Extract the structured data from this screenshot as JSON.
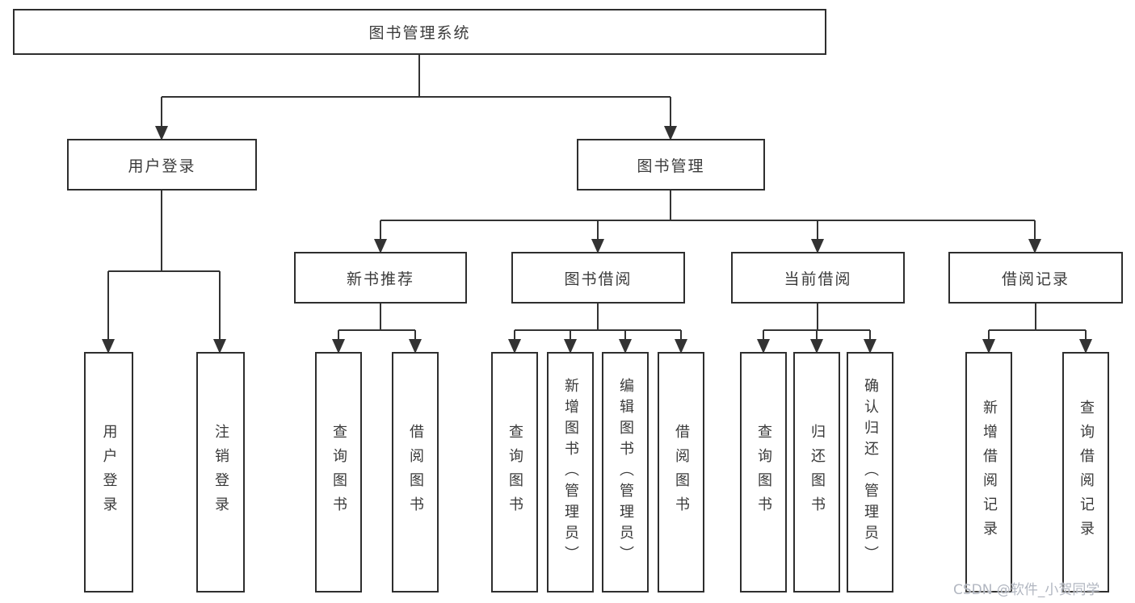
{
  "diagram": {
    "type": "hierarchy-tree",
    "title": "图书管理系统",
    "nodes": {
      "library_system": {
        "label": "图书管理系统",
        "level": 1
      },
      "user_login": {
        "label": "用户登录",
        "level": 2,
        "parent": "图书管理系统"
      },
      "book_mgmt": {
        "label": "图书管理",
        "level": 2,
        "parent": "图书管理系统"
      },
      "new_book_rec": {
        "label": "新书推荐",
        "level": 3,
        "parent": "图书管理"
      },
      "book_borrow": {
        "label": "图书借阅",
        "level": 3,
        "parent": "图书管理"
      },
      "current_borrow": {
        "label": "当前借阅",
        "level": 3,
        "parent": "图书管理"
      },
      "borrow_record": {
        "label": "借阅记录",
        "level": 3,
        "parent": "图书管理"
      },
      "login": {
        "label": "用户登录",
        "level": 4,
        "parent": "用户登录"
      },
      "logout": {
        "label": "注销登录",
        "level": 4,
        "parent": "用户登录"
      },
      "rec_query": {
        "label": "查询图书",
        "level": 4,
        "parent": "新书推荐"
      },
      "rec_borrow": {
        "label": "借阅图书",
        "level": 4,
        "parent": "新书推荐"
      },
      "bb_query": {
        "label": "查询图书",
        "level": 4,
        "parent": "图书借阅"
      },
      "bb_add": {
        "label": "新增图书（管理员）",
        "level": 4,
        "parent": "图书借阅"
      },
      "bb_edit": {
        "label": "编辑图书（管理员）",
        "level": 4,
        "parent": "图书借阅"
      },
      "bb_borrow": {
        "label": "借阅图书",
        "level": 4,
        "parent": "图书借阅"
      },
      "cb_query": {
        "label": "查询图书",
        "level": 4,
        "parent": "当前借阅"
      },
      "cb_return": {
        "label": "归还图书",
        "level": 4,
        "parent": "当前借阅"
      },
      "cb_confirm": {
        "label": "确认归还（管理员）",
        "level": 4,
        "parent": "当前借阅"
      },
      "br_add": {
        "label": "新增借阅记录",
        "level": 4,
        "parent": "借阅记录"
      },
      "br_query": {
        "label": "查询借阅记录",
        "level": 4,
        "parent": "借阅记录"
      }
    },
    "colors": {
      "line": "#333333",
      "box_border": "#2e2e2e",
      "box_fill": "#ffffff",
      "text": "#3a3a3a",
      "watermark": "#b2b7c1",
      "background": "#ffffff"
    }
  },
  "watermark": "CSDN @软件_小贺同学"
}
